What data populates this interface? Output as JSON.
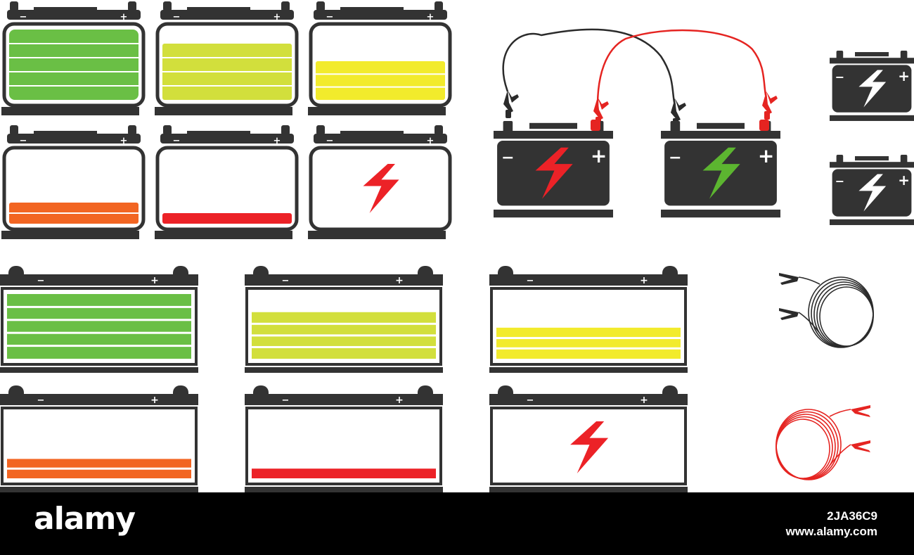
{
  "colors": {
    "body": "#333333",
    "green": "#6abf45",
    "lime": "#d2df3c",
    "yellow": "#f2eb2c",
    "orange": "#f26522",
    "red": "#ec2227",
    "bolt_red": "#ec2227",
    "bolt_green": "#5cb530",
    "bolt_white": "#ffffff",
    "cable_red": "#e52421",
    "cable_black": "#2b2b2b"
  },
  "terminal_labels": {
    "minus": "−",
    "plus": "+"
  },
  "small_batteries": [
    {
      "fill_color": "green",
      "level": 1.0,
      "stripes": 5
    },
    {
      "fill_color": "lime",
      "level": 0.8,
      "stripes": 4
    },
    {
      "fill_color": "yellow",
      "level": 0.55,
      "stripes": 3
    },
    {
      "fill_color": "orange",
      "level": 0.3,
      "stripes": 2
    },
    {
      "fill_color": "red",
      "level": 0.15,
      "stripes": 1
    },
    {
      "fill_color": "none",
      "level": 0,
      "stripes": 0,
      "icon": "lightning-bolt-icon"
    }
  ],
  "wide_batteries": [
    {
      "fill_color": "green",
      "level": 1.0,
      "stripes": 5
    },
    {
      "fill_color": "lime",
      "level": 0.72,
      "stripes": 4
    },
    {
      "fill_color": "yellow",
      "level": 0.48,
      "stripes": 3
    },
    {
      "fill_color": "orange",
      "level": 0.3,
      "stripes": 2
    },
    {
      "fill_color": "red",
      "level": 0.15,
      "stripes": 1
    },
    {
      "fill_color": "none",
      "level": 0,
      "stripes": 0,
      "icon": "lightning-bolt-icon"
    }
  ],
  "jump_start": {
    "left_bolt": "bolt_red",
    "right_bolt": "bolt_green"
  },
  "footer": {
    "brand": "alamy",
    "image_id": "2JA36C9",
    "stock_site": "www.alamy.com"
  }
}
